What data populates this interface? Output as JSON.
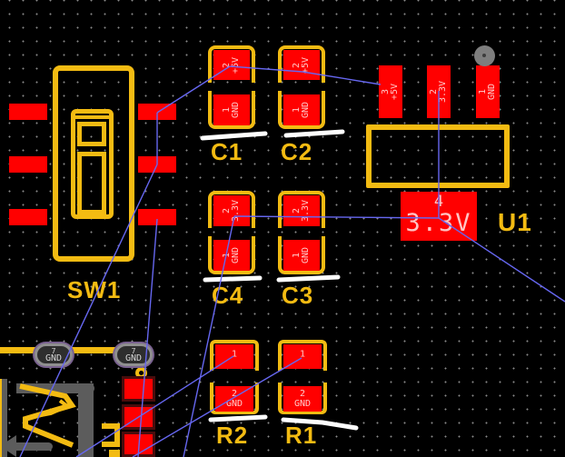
{
  "app": {
    "view": "pcb-layout-canvas"
  },
  "colors": {
    "background": "#000000",
    "silkscreen_yellow": "#f3bb12",
    "pad_red": "#ff0000",
    "pad_text_pink": "#ffc9c9",
    "ratsnest_blue": "#6667f0",
    "silkscreen_white": "#ffffff",
    "drawing_gray": "#5c5c5c",
    "via_ring_gray": "#8f8f8f",
    "via_ring_purple": "#79618f"
  },
  "components": {
    "sw1": {
      "label": "SW1"
    },
    "c1": {
      "label": "C1",
      "pad_top_num": "2",
      "pad_top_net": "+5V",
      "pad_bot_num": "1",
      "pad_bot_net": "GND"
    },
    "c2": {
      "label": "C2",
      "pad_top_num": "2",
      "pad_top_net": "+5V",
      "pad_bot_num": "1",
      "pad_bot_net": "GND"
    },
    "c4": {
      "label": "C4",
      "pad_top_num": "2",
      "pad_top_net": "3.3V",
      "pad_bot_num": "1",
      "pad_bot_net": "GND"
    },
    "c3": {
      "label": "C3",
      "pad_top_num": "2",
      "pad_top_net": "3.3V",
      "pad_bot_num": "1",
      "pad_bot_net": "GND"
    },
    "r2": {
      "label": "R2",
      "pad_top_num": "1",
      "pad_bot_num": "2",
      "pad_bot_net": "GND"
    },
    "r1": {
      "label": "R1",
      "pad_top_num": "1",
      "pad_bot_num": "2",
      "pad_bot_net": "GND"
    },
    "u1": {
      "label": "U1",
      "pad3_num": "3",
      "pad3_net": "+5V",
      "pad2_num": "2",
      "pad2_net": "3.3V",
      "pad1_num": "1",
      "pad1_net": "GND",
      "pad4_num": "4",
      "pad4_net": "3.3V"
    },
    "via1": {
      "num": "7",
      "net": "GND"
    },
    "via2": {
      "num": "7",
      "net": "GND"
    }
  }
}
